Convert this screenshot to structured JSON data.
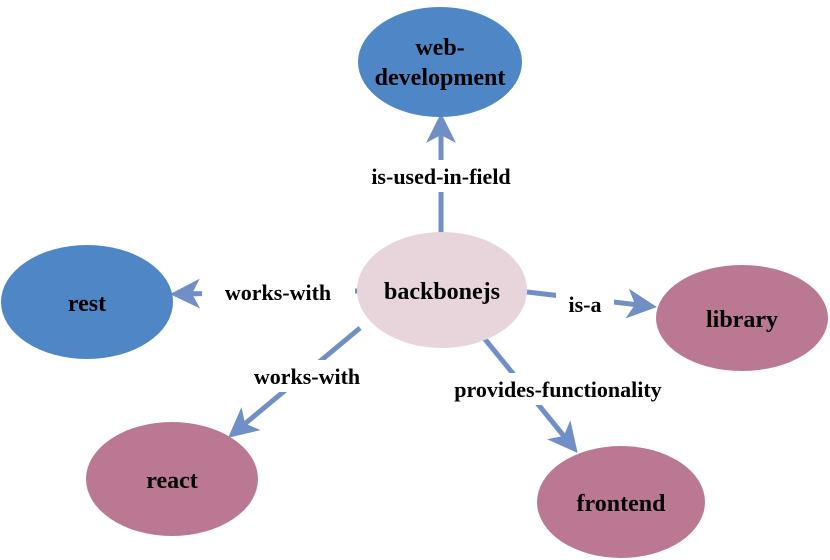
{
  "colors": {
    "edge": "#6F8FC6",
    "blue_node": "#4F86C6",
    "pink_node": "#BA7893",
    "center_node": "#E7D5DB",
    "text": "#000000"
  },
  "nodes": {
    "center": {
      "label": "backbonejs"
    },
    "web_development": {
      "line1": "web-",
      "line2": "development"
    },
    "rest": {
      "label": "rest"
    },
    "library": {
      "label": "library"
    },
    "react": {
      "label": "react"
    },
    "frontend": {
      "label": "frontend"
    }
  },
  "edges": {
    "is_used_in_field": "is-used-in-field",
    "works_with_rest": "works-with",
    "is_a": "is-a",
    "works_with_react": "works-with",
    "provides_functionality": "provides-functionality"
  }
}
